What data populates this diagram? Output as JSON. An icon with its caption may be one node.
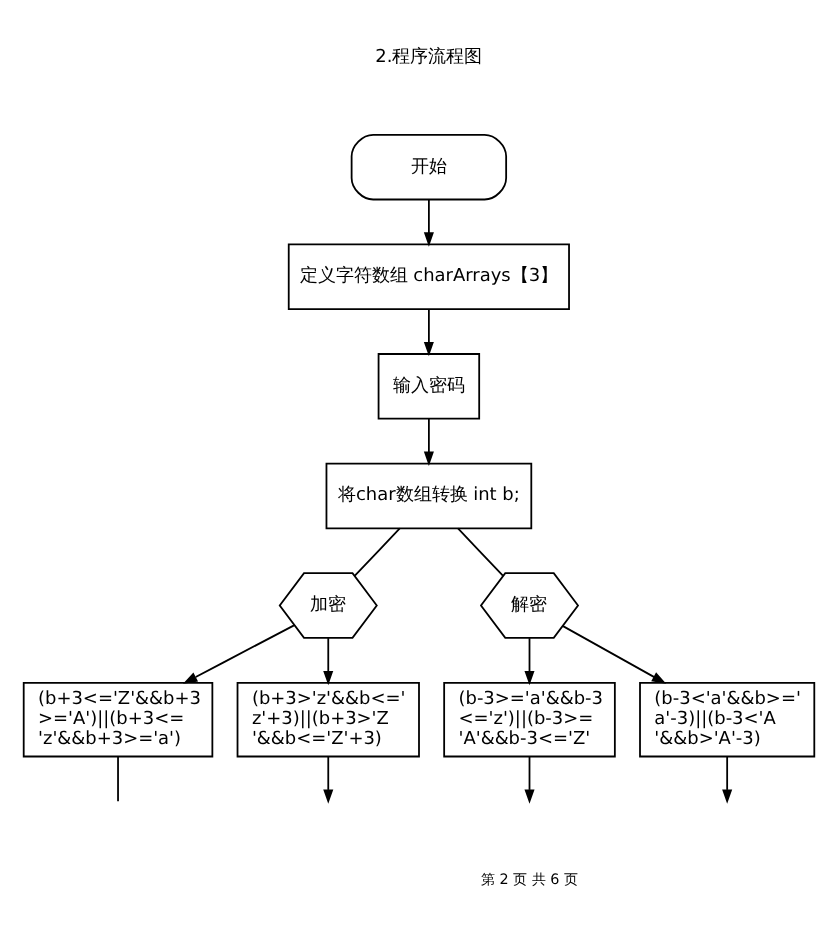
{
  "diagram": {
    "nodes": [
      {
        "text": [
          "开始"
        ]
      },
      {
        "text": [
          "定义字符数组 charArrays【3】"
        ]
      },
      {
        "text": [
          "输入密码"
        ]
      },
      {
        "text": [
          "将char数组转换 int b;"
        ]
      },
      {
        "text": [
          "加密"
        ]
      },
      {
        "text": [
          "解密"
        ]
      },
      {
        "text": [
          "(b+3<='Z'&&b+3>='A')||(b+3<='z'&&b+3>='a')"
        ]
      },
      {
        "text": [
          "(b+3>'z'&&b<='z'+3)||(b+3>'Z'&&b<='Z'+3)"
        ]
      },
      {
        "text": [
          "(b-3>='a'&&b-3<='z')||(b-3>='A'&&b-3<='Z'"
        ]
      },
      {
        "text": [
          "(b-3<'a'&&b>='a'-3)||(b-3<'A'&&b>'A'-3)"
        ]
      }
    ],
    "edges": [
      {
        "from": 0,
        "to": 1,
        "arrow": "to"
      },
      {
        "from": 1,
        "to": 2,
        "arrow": "to"
      },
      {
        "from": 2,
        "to": 3,
        "arrow": "to"
      },
      {
        "from": 3,
        "to": 4,
        "arrow": "none"
      },
      {
        "from": 3,
        "to": 5,
        "arrow": "none"
      },
      {
        "from": 4,
        "to": 6,
        "arrow": "to"
      },
      {
        "from": 4,
        "to": 7,
        "arrow": "to"
      },
      {
        "from": 5,
        "to": 8,
        "arrow": "to"
      },
      {
        "from": 5,
        "to": 9,
        "arrow": "to"
      },
      {
        "from": 6,
        "to": null,
        "arrow": "none"
      },
      {
        "from": 7,
        "to": null,
        "arrow": "to"
      },
      {
        "from": 8,
        "to": null,
        "arrow": "to"
      },
      {
        "from": 9,
        "to": null,
        "arrow": "to"
      }
    ],
    "labels": [
      "2.程序流程图",
      "第 2 页 共 6 页"
    ]
  }
}
